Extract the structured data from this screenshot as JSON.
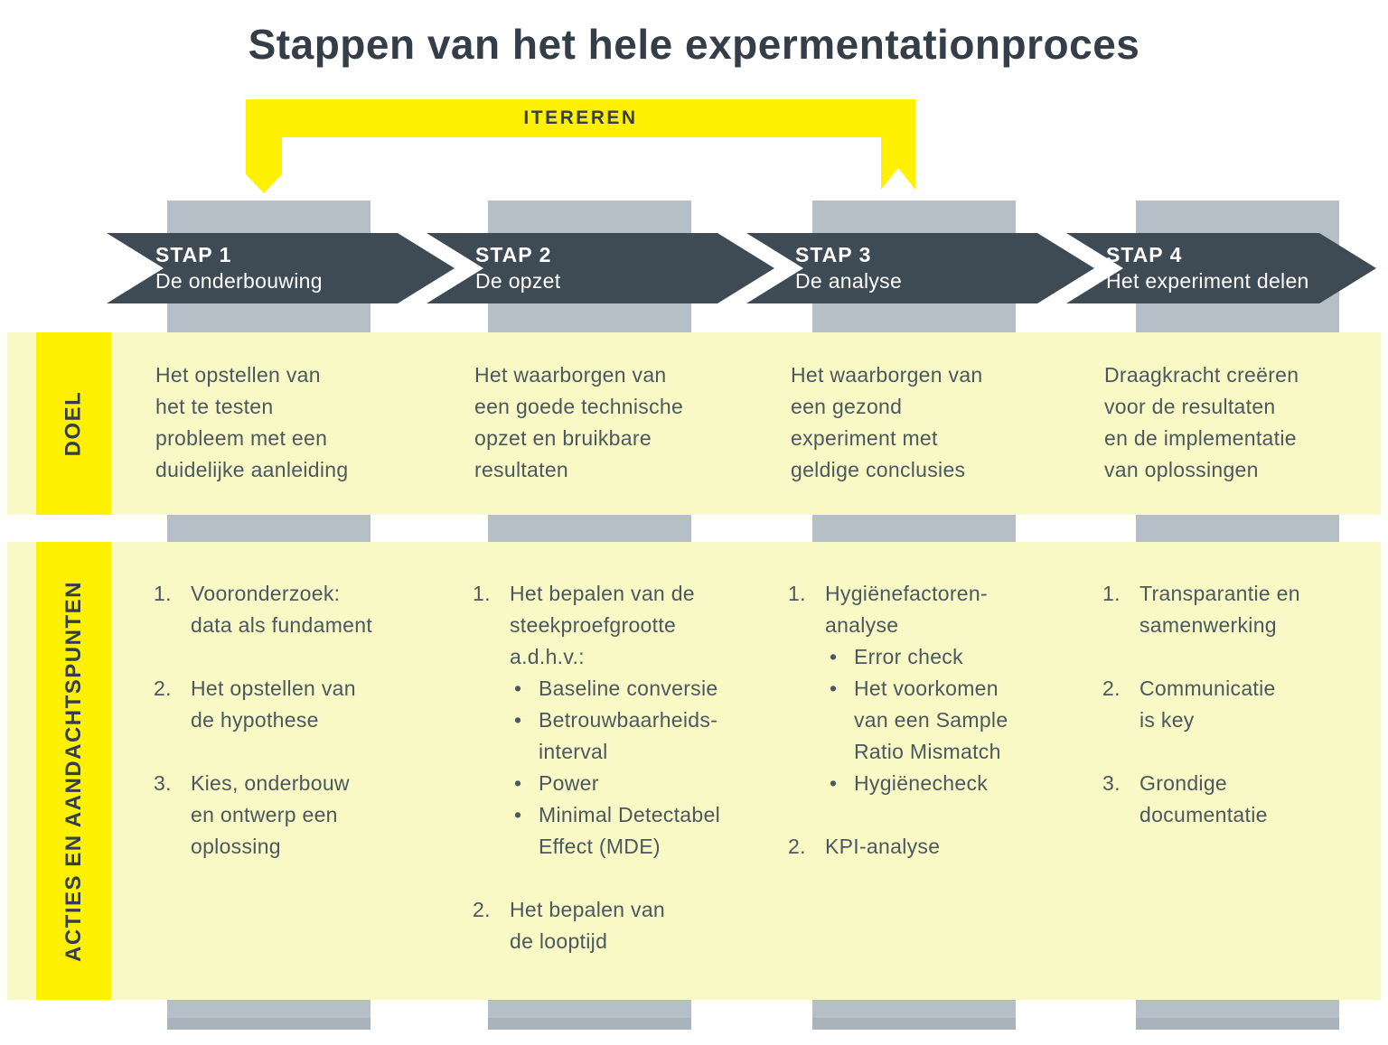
{
  "title": "Stappen van het hele expermentationproces",
  "iterate": {
    "label": "ITEREREN"
  },
  "steps": [
    {
      "step": "STAP 1",
      "name": "De onderbouwing"
    },
    {
      "step": "STAP 2",
      "name": "De opzet"
    },
    {
      "step": "STAP 3",
      "name": "De analyse"
    },
    {
      "step": "STAP 4",
      "name": "Het experiment delen"
    }
  ],
  "rows": {
    "doel": {
      "label": "DOEL",
      "cells": [
        "Het opstellen van\nhet te testen\nprobleem met een\nduidelijke aanleiding",
        "Het waarborgen van\neen goede technische\nopzet en bruikbare\nresultaten",
        "Het waarborgen van\neen gezond\nexperiment met\ngeldige conclusies",
        "Draagkracht creëren\nvoor de resultaten\nen de implementatie\nvan oplossingen"
      ]
    },
    "acties": {
      "label": "ACTIES EN AANDACHTSPUNTEN",
      "columns": [
        {
          "items": [
            {
              "marker": "1.",
              "text": "Vooronderzoek:\ndata als fundament"
            },
            {
              "marker": "2.",
              "text": "Het opstellen van\nde hypothese"
            },
            {
              "marker": "3.",
              "text": "Kies, onderbouw\nen ontwerp een\noplossing"
            }
          ]
        },
        {
          "items": [
            {
              "marker": "1.",
              "text": "Het bepalen van de\nsteekproefgrootte\na.d.h.v.:"
            },
            {
              "bullet": true,
              "text": "Baseline conversie"
            },
            {
              "bullet": true,
              "text": "Betrouwbaarheids-\ninterval"
            },
            {
              "bullet": true,
              "text": "Power"
            },
            {
              "bullet": true,
              "text": "Minimal Detectabel\nEffect (MDE)"
            },
            {
              "marker": "2.",
              "text": "Het bepalen van\nde looptijd"
            }
          ]
        },
        {
          "items": [
            {
              "marker": "1.",
              "text": "Hygiënefactoren-\nanalyse"
            },
            {
              "bullet": true,
              "text": "Error check"
            },
            {
              "bullet": true,
              "text": "Het voorkomen\nvan een Sample\nRatio Mismatch"
            },
            {
              "bullet": true,
              "text": "Hygiënecheck"
            },
            {
              "marker": "2.",
              "text": "KPI-analyse"
            }
          ]
        },
        {
          "items": [
            {
              "marker": "1.",
              "text": "Transparantie en\nsamenwerking"
            },
            {
              "marker": "2.",
              "text": "Communicatie\nis key"
            },
            {
              "marker": "3.",
              "text": "Grondige\ndocumentatie"
            }
          ]
        }
      ]
    }
  },
  "colors": {
    "yellow": "#fff100",
    "pale_yellow": "#f9f9c6",
    "arrow_slate": "#3e4a54",
    "gray_bar": "#b5bfc8",
    "body_text": "#4b585f",
    "dark_text": "#333e48"
  }
}
